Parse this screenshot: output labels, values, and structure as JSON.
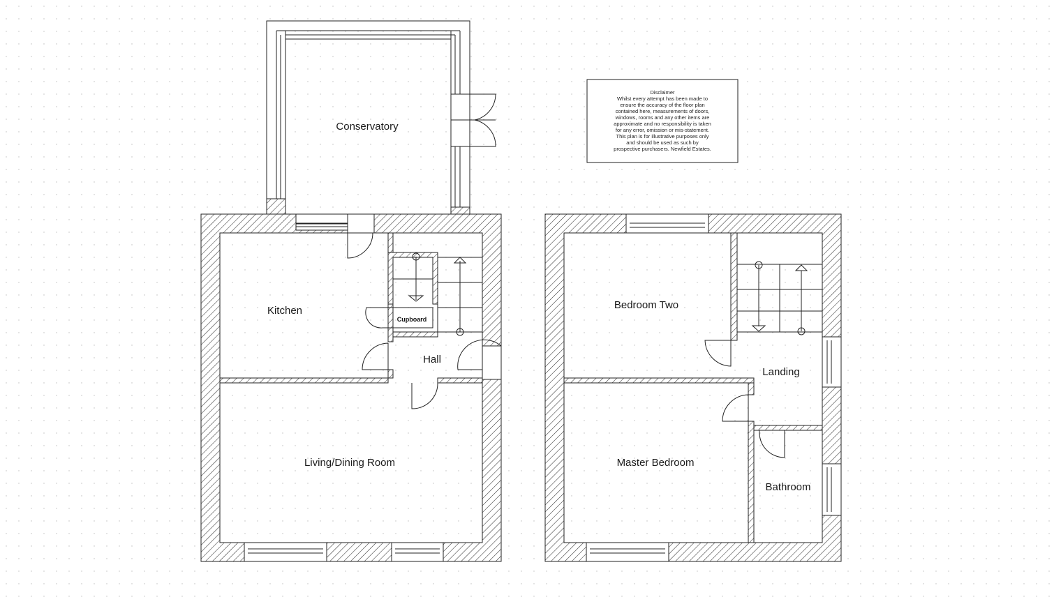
{
  "rooms": {
    "conservatory": "Conservatory",
    "kitchen": "Kitchen",
    "hall": "Hall",
    "cupboard": "Cupboard",
    "living_dining": "Living/Dining Room",
    "bedroom_two": "Bedroom Two",
    "landing": "Landing",
    "master_bedroom": "Master Bedroom",
    "bathroom": "Bathroom"
  },
  "disclaimer": {
    "title": "Disclaimer",
    "lines": [
      "Whilst every attempt has been made to",
      "ensure the accuracy of the floor plan",
      "contained here, measurements of doors,",
      "windows, rooms and any other items are",
      "approximate and no responsibility is taken",
      "for any error, omission or mis-statement.",
      "This plan is for illustrative purposes only",
      "and should be used as such by",
      "prospective purchasers. Newfield Estates."
    ]
  },
  "colors": {
    "line": "#222222",
    "background": "#ffffff",
    "grid_dot": "#bdbdbd"
  }
}
